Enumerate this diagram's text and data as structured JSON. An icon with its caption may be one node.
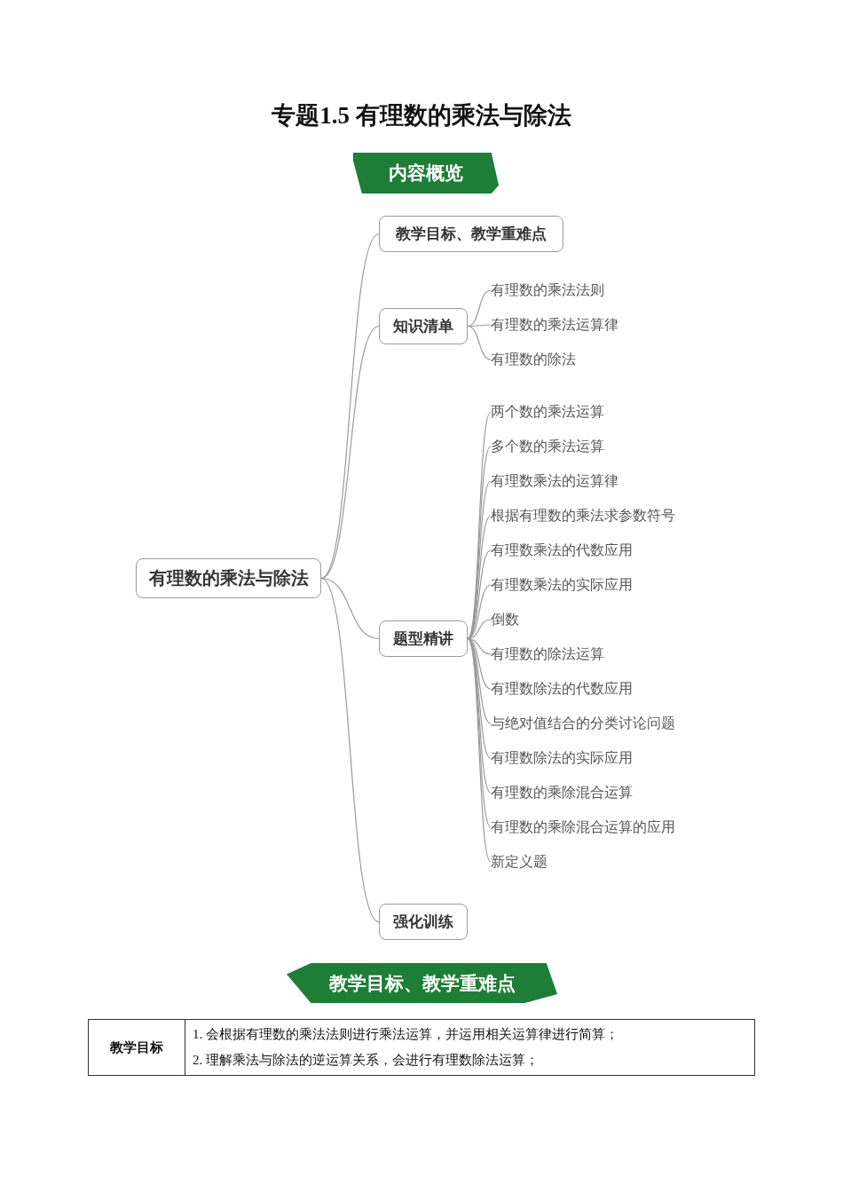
{
  "diagram": {
    "title": "专题1.5 有理数的乘法与除法",
    "nodes": [
      {
        "text": [
          "内容概览"
        ]
      },
      {
        "text": [
          "有理数的乘法与除法"
        ]
      },
      {
        "text": [
          "教学目标、教学重难点"
        ]
      },
      {
        "text": [
          "知识清单"
        ]
      },
      {
        "text": [
          "有理数的乘法法则"
        ]
      },
      {
        "text": [
          "有理数的乘法运算律"
        ]
      },
      {
        "text": [
          "有理数的除法"
        ]
      },
      {
        "text": [
          "题型精讲"
        ]
      },
      {
        "text": [
          "两个数的乘法运算"
        ]
      },
      {
        "text": [
          "多个数的乘法运算"
        ]
      },
      {
        "text": [
          "有理数乘法的运算律"
        ]
      },
      {
        "text": [
          "根据有理数的乘法求参数符号"
        ]
      },
      {
        "text": [
          "有理数乘法的代数应用"
        ]
      },
      {
        "text": [
          "有理数乘法的实际应用"
        ]
      },
      {
        "text": [
          "倒数"
        ]
      },
      {
        "text": [
          "有理数的除法运算"
        ]
      },
      {
        "text": [
          "有理数除法的代数应用"
        ]
      },
      {
        "text": [
          "与绝对值结合的分类讨论问题"
        ]
      },
      {
        "text": [
          "有理数除法的实际应用"
        ]
      },
      {
        "text": [
          "有理数的乘除混合运算"
        ]
      },
      {
        "text": [
          "有理数的乘除混合运算的应用"
        ]
      },
      {
        "text": [
          "新定义题"
        ]
      },
      {
        "text": [
          "强化训练"
        ]
      },
      {
        "text": [
          "教学目标、教学重难点"
        ]
      }
    ],
    "edges": [
      {
        "from": 1,
        "to": 2,
        "arrow": "none"
      },
      {
        "from": 1,
        "to": 3,
        "arrow": "none"
      },
      {
        "from": 1,
        "to": 7,
        "arrow": "none"
      },
      {
        "from": 1,
        "to": 22,
        "arrow": "none"
      },
      {
        "from": 3,
        "to": 4,
        "arrow": "none"
      },
      {
        "from": 3,
        "to": 5,
        "arrow": "none"
      },
      {
        "from": 3,
        "to": 6,
        "arrow": "none"
      },
      {
        "from": 7,
        "to": 8,
        "arrow": "none"
      },
      {
        "from": 7,
        "to": 9,
        "arrow": "none"
      },
      {
        "from": 7,
        "to": 10,
        "arrow": "none"
      },
      {
        "from": 7,
        "to": 11,
        "arrow": "none"
      },
      {
        "from": 7,
        "to": 12,
        "arrow": "none"
      },
      {
        "from": 7,
        "to": 13,
        "arrow": "none"
      },
      {
        "from": 7,
        "to": 14,
        "arrow": "none"
      },
      {
        "from": 7,
        "to": 15,
        "arrow": "none"
      },
      {
        "from": 7,
        "to": 16,
        "arrow": "none"
      },
      {
        "from": 7,
        "to": 17,
        "arrow": "none"
      },
      {
        "from": 7,
        "to": 18,
        "arrow": "none"
      },
      {
        "from": 7,
        "to": 19,
        "arrow": "none"
      },
      {
        "from": 7,
        "to": 20,
        "arrow": "none"
      },
      {
        "from": 7,
        "to": 21,
        "arrow": "none"
      }
    ],
    "labels": [
      "教学目标",
      "1. 会根据有理数的乘法法则进行乘法运算，并运用相关运算律进行简算；",
      "2. 理解乘法与除法的逆运算关系，会进行有理数除法运算；"
    ]
  }
}
